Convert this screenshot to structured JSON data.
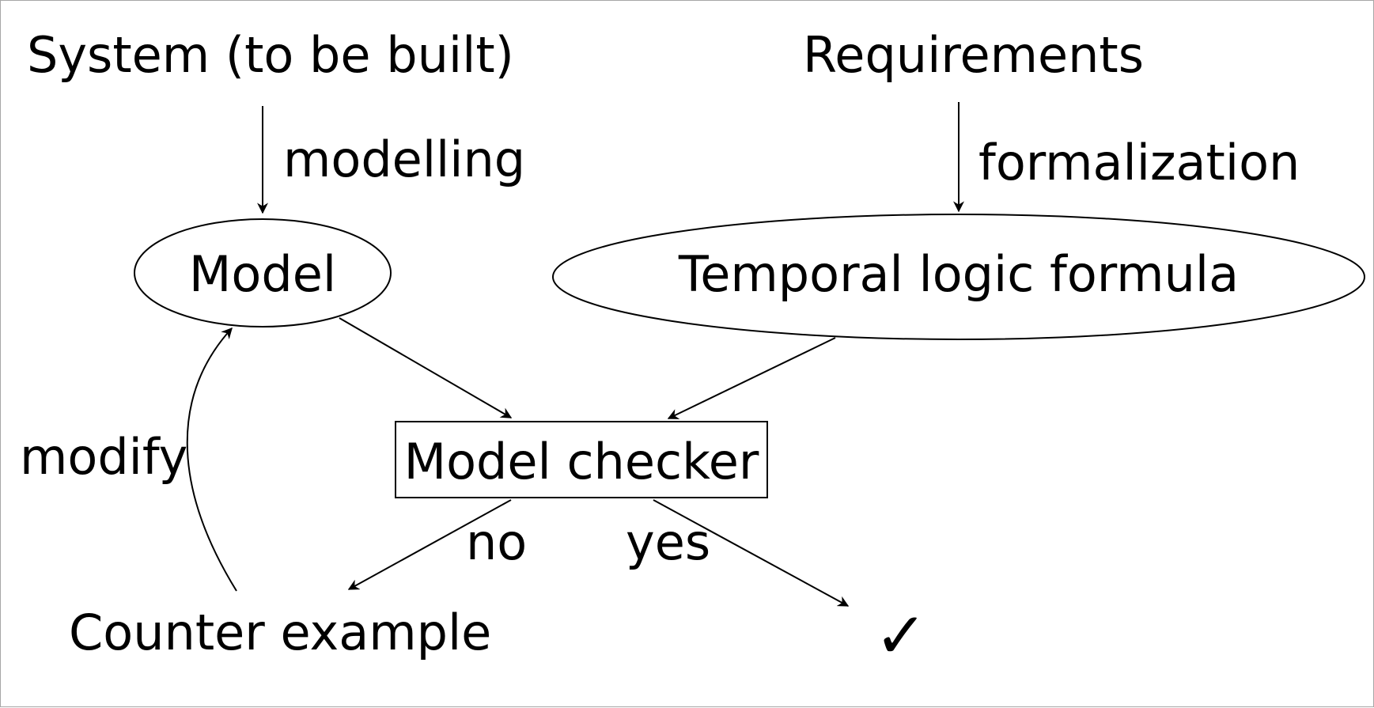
{
  "nodes": {
    "system": "System (to be built)",
    "requirements": "Requirements",
    "model": "Model",
    "formula": "Temporal logic formula",
    "checker": "Model checker",
    "counterexample": "Counter example",
    "success": "✓"
  },
  "edges": {
    "modelling": "modelling",
    "formalization": "formalization",
    "modify": "modify",
    "no": "no",
    "yes": "yes"
  },
  "colors": {
    "checker": "#0000ff",
    "counterexample": "#ff0000",
    "success": "#008000",
    "stroke": "#000000"
  }
}
